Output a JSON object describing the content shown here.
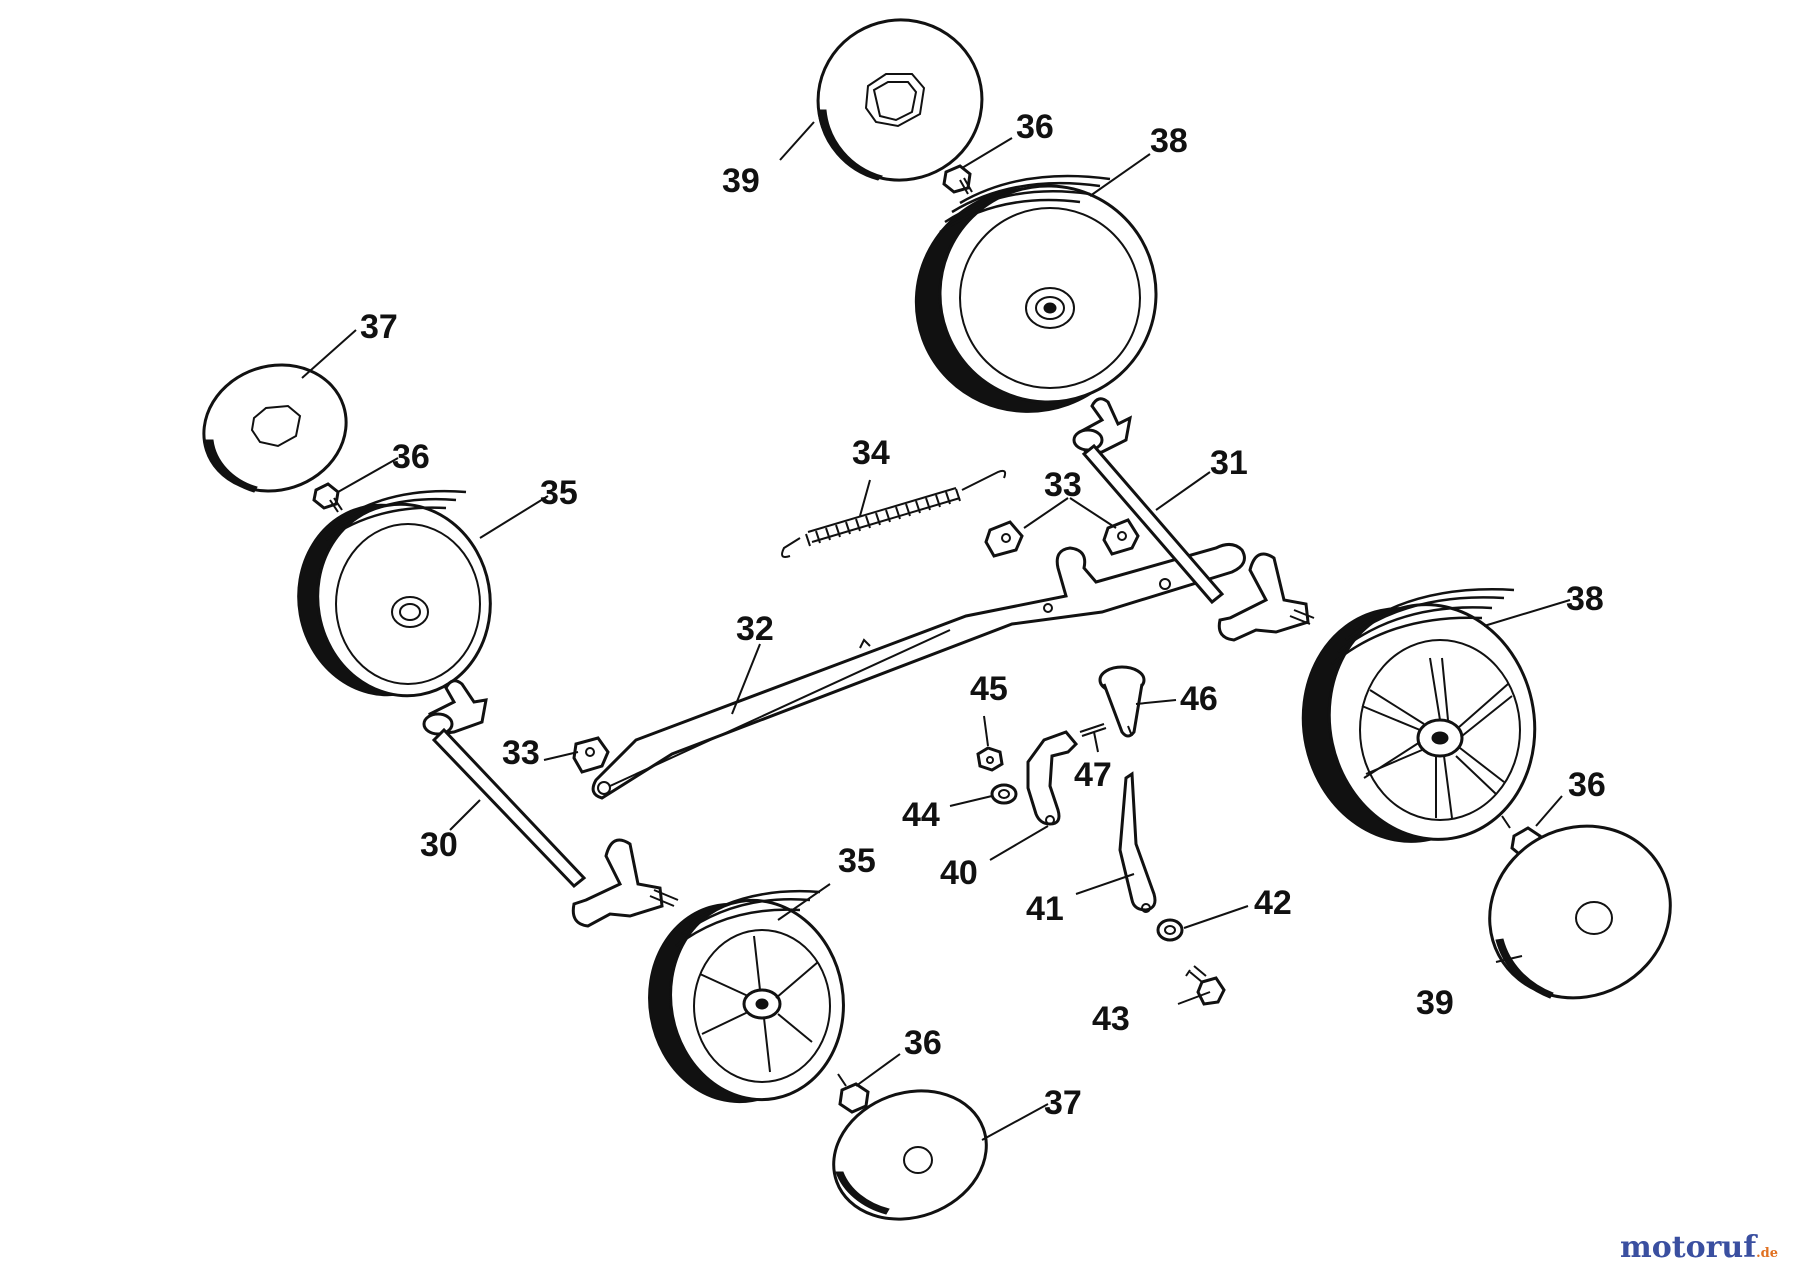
{
  "diagram": {
    "labels": {
      "l30": "30",
      "l31": "31",
      "l32": "32",
      "l33a": "33",
      "l33b": "33",
      "l34": "34",
      "l35a": "35",
      "l35b": "35",
      "l36a": "36",
      "l36b": "36",
      "l36c": "36",
      "l36d": "36",
      "l37a": "37",
      "l37b": "37",
      "l38a": "38",
      "l38b": "38",
      "l39a": "39",
      "l39b": "39",
      "l40": "40",
      "l41": "41",
      "l42": "42",
      "l43": "43",
      "l44": "44",
      "l45": "45",
      "l46": "46",
      "l47": "47"
    }
  },
  "watermark": {
    "brand": "motoruf",
    "domain": ".de",
    "color": "#3a4fa0",
    "dot_color": "#e07020"
  }
}
